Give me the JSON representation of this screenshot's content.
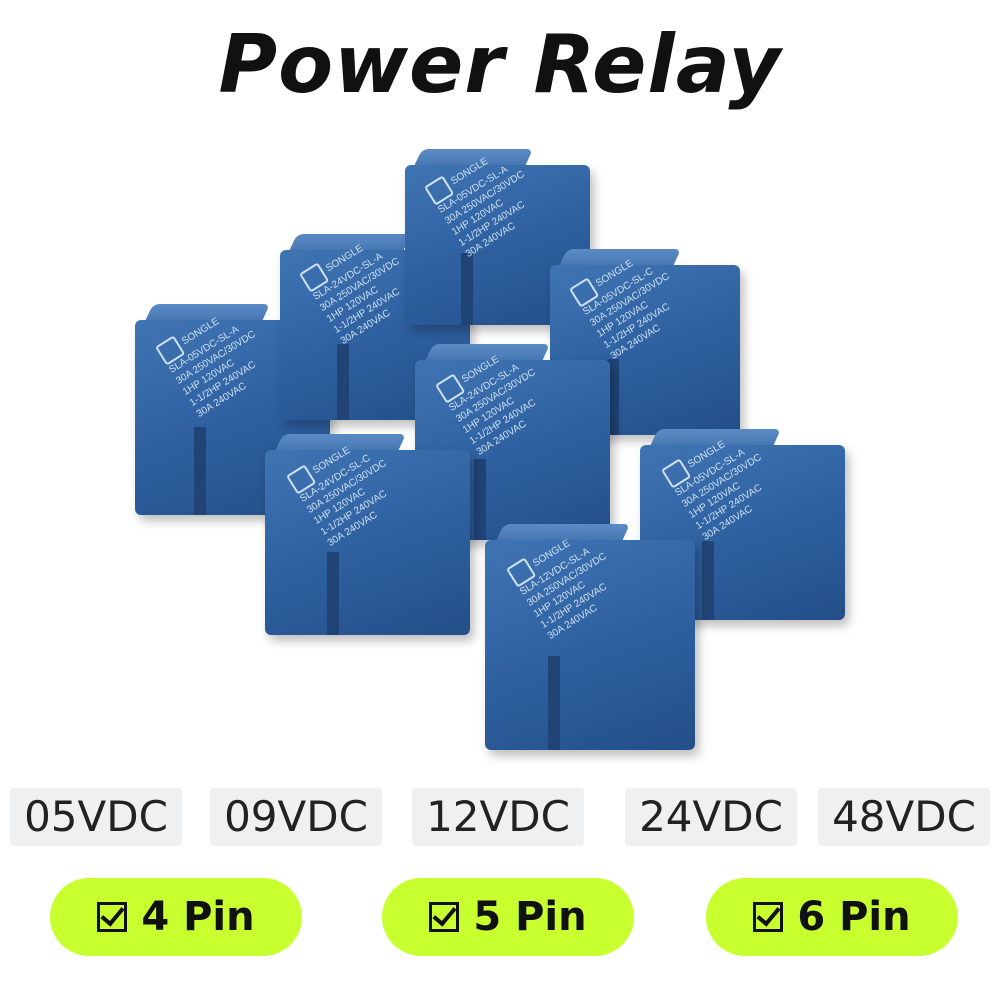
{
  "title": "Power Relay",
  "relays": [
    {
      "model": "SLA-05VDC-SL-A",
      "brand": "SONGLE",
      "rating": "30A 250VAC/30VDC",
      "hp": "1HP 120VAC",
      "hp2": "1-1/2HP 240VAC",
      "amp": "30A 240VAC"
    },
    {
      "model": "SLA-24VDC-SL-A",
      "brand": "SONGLE",
      "rating": "30A 250VAC/30VDC",
      "hp": "1HP 120VAC",
      "hp2": "1-1/2HP 240VAC",
      "amp": "30A 240VAC"
    },
    {
      "model": "SLA-05VDC-SL-A",
      "brand": "SONGLE",
      "rating": "30A 250VAC/30VDC",
      "hp": "1HP 120VAC",
      "hp2": "1-1/2HP 240VAC",
      "amp": "30A 240VAC"
    },
    {
      "model": "SLA-05VDC-SL-C",
      "brand": "SONGLE",
      "rating": "30A 250VAC/30VDC",
      "hp": "1HP 120VAC",
      "hp2": "1-1/2HP 240VAC",
      "amp": "30A 240VAC"
    },
    {
      "model": "SLA-24VDC-SL-A",
      "brand": "SONGLE",
      "rating": "30A 250VAC/30VDC",
      "hp": "1HP 120VAC",
      "hp2": "1-1/2HP 240VAC",
      "amp": "30A 240VAC"
    },
    {
      "model": "SLA-24VDC-SL-C",
      "brand": "SONGLE",
      "rating": "30A 250VAC/30VDC",
      "hp": "1HP 120VAC",
      "hp2": "1-1/2HP 240VAC",
      "amp": "30A 240VAC"
    },
    {
      "model": "SLA-05VDC-SL-A",
      "brand": "SONGLE",
      "rating": "30A 250VAC/30VDC",
      "hp": "1HP 120VAC",
      "hp2": "1-1/2HP 240VAC",
      "amp": "30A 240VAC"
    },
    {
      "model": "SLA-12VDC-SL-A",
      "brand": "SONGLE",
      "rating": "30A 250VAC/30VDC",
      "hp": "1HP 120VAC",
      "hp2": "1-1/2HP 240VAC",
      "amp": "30A 240VAC"
    }
  ],
  "voltages": [
    "05VDC",
    "09VDC",
    "12VDC",
    "24VDC",
    "48VDC"
  ],
  "pins": [
    "4 Pin",
    "5 Pin",
    "6 Pin"
  ],
  "colors": {
    "relay_blue": "#2d5f9f",
    "pin_badge": "#c7ff2f",
    "voltage_badge": "#eef0f2"
  }
}
